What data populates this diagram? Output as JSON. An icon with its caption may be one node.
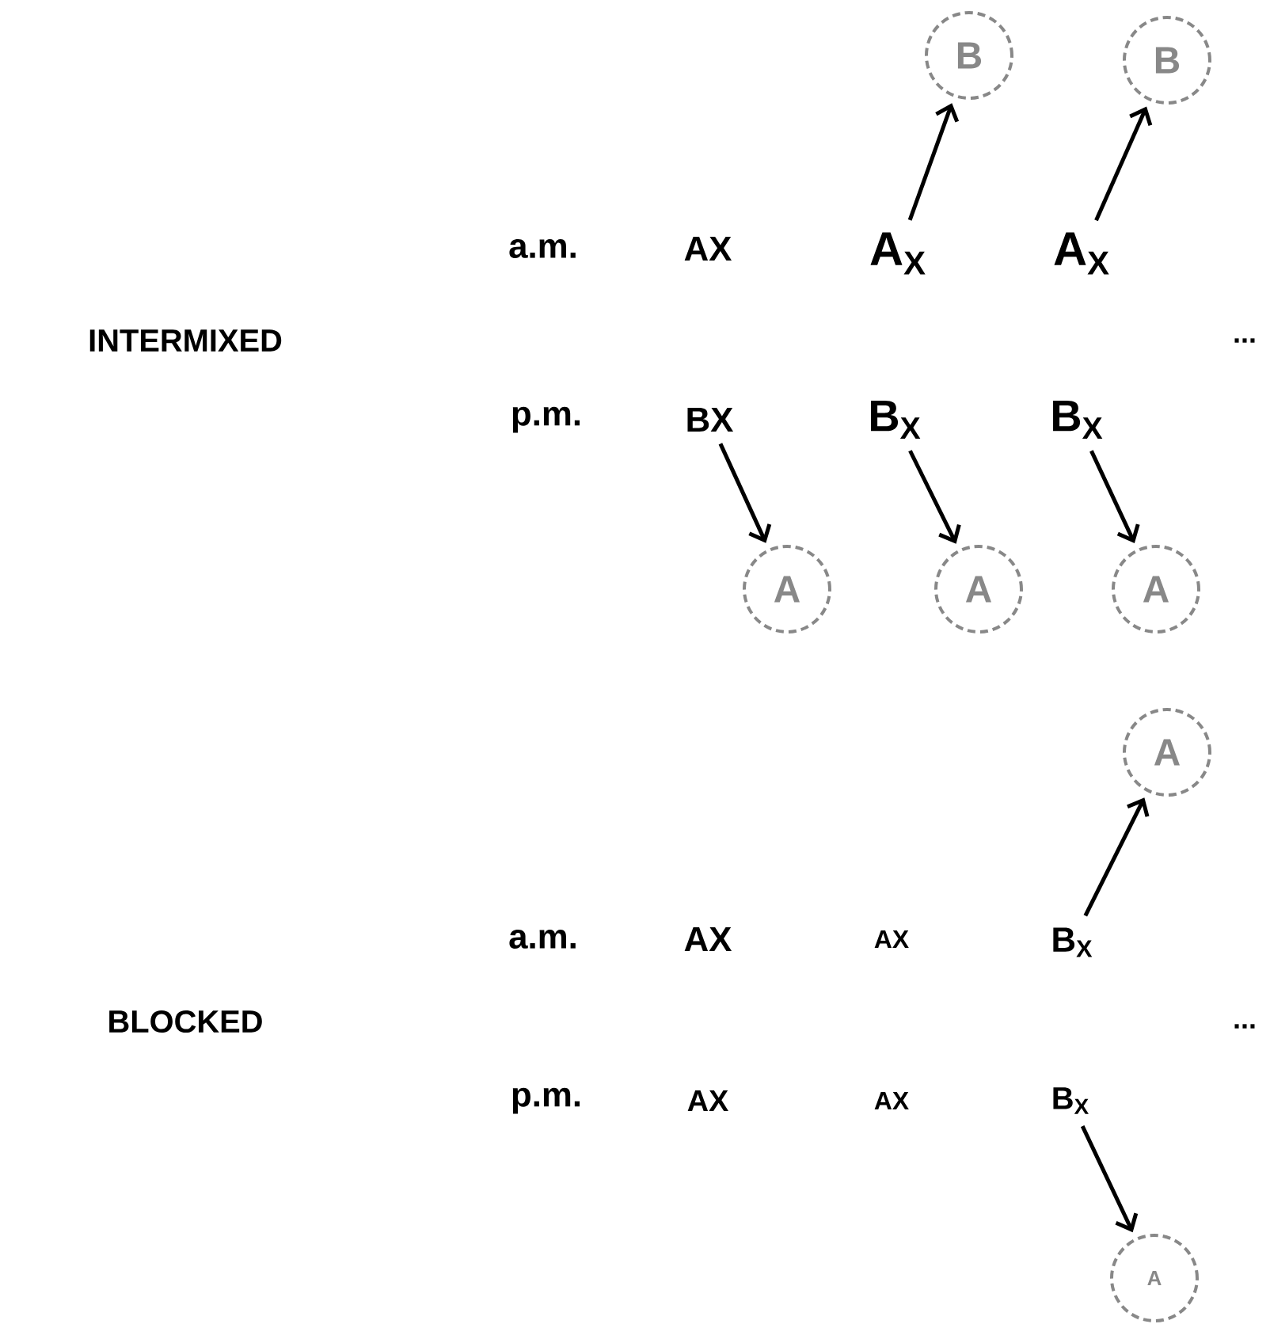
{
  "diagram": {
    "nodes": [
      {
        "text": [
          "B"
        ]
      },
      {
        "text": [
          "B"
        ]
      },
      {
        "text": [
          "A$_{X}$"
        ]
      },
      {
        "text": [
          "A$_{X}$"
        ]
      },
      {
        "text": [
          "BX"
        ]
      },
      {
        "text": [
          "B$_{X}$"
        ]
      },
      {
        "text": [
          "B$_{X}$"
        ]
      },
      {
        "text": [
          "A"
        ]
      },
      {
        "text": [
          "A"
        ]
      },
      {
        "text": [
          "A"
        ]
      },
      {
        "text": [
          "A"
        ]
      },
      {
        "text": [
          "B$_{X}$"
        ]
      },
      {
        "text": [
          "B$_{X}$"
        ]
      },
      {
        "text": [
          "A"
        ]
      }
    ],
    "edges": [
      {
        "from": 2,
        "to": 0,
        "arrow": "to"
      },
      {
        "from": 3,
        "to": 1,
        "arrow": "to"
      },
      {
        "from": 4,
        "to": 7,
        "arrow": "to"
      },
      {
        "from": 5,
        "to": 8,
        "arrow": "to"
      },
      {
        "from": 6,
        "to": 9,
        "arrow": "to"
      },
      {
        "from": 11,
        "to": 10,
        "arrow": "to"
      },
      {
        "from": 12,
        "to": 13,
        "arrow": "to"
      }
    ],
    "labels": [
      "a.m.",
      "AX",
      "INTERMIXED",
      "...",
      "p.m.",
      "a.m.",
      "AX",
      "AX",
      "BLOCKED",
      "...",
      "p.m.",
      "AX",
      "AX"
    ]
  }
}
